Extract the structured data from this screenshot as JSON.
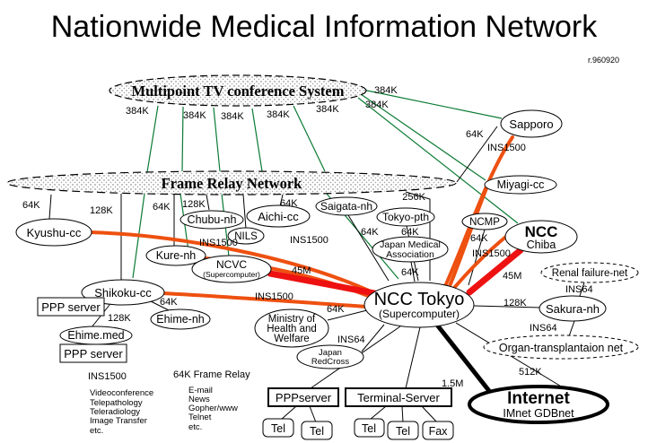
{
  "header": {
    "title": "Nationwide Medical Information Network",
    "revision": "r.960920"
  },
  "clouds": {
    "tv": "Multipoint TV conference System",
    "frame_relay": "Frame Relay Network"
  },
  "nodes": {
    "sapporo": "Sapporo",
    "miyagi": "Miyagi-cc",
    "ncmp": "NCMP",
    "ncc_chiba_line1": "NCC",
    "ncc_chiba_line2": "Chiba",
    "saigata": "Saigata-nh",
    "tokyo_pth": "Tokyo-pth",
    "jma_line1": "Japan Medical",
    "jma_line2": "Association",
    "chubu": "Chubu-nh",
    "aichi": "Aichi-cc",
    "nils": "NILS",
    "kure": "Kure-nh",
    "ncvc_line1": "NCVC",
    "ncvc_line2": "(Supercomputer)",
    "kyushu": "Kyushu-cc",
    "shikoku": "Shikoku-cc",
    "ehime_nh": "Ehime-nh",
    "ehime_med": "Ehime.med",
    "ncc_tokyo_line1": "NCC Tokyo",
    "ncc_tokyo_line2": "(Supercomputer)",
    "mhw_line1": "Ministry of",
    "mhw_line2": "Health and",
    "mhw_line3": "Welfare",
    "redcross_line1": "Japan",
    "redcross_line2": "RedCross",
    "renal": "Renal failure-net",
    "sakura": "Sakura-nh",
    "organ": "Organ-transplantaion net",
    "internet_line1": "Internet",
    "internet_line2": "IMnet  GDBnet"
  },
  "devices": {
    "ppp_left1": "PPP server",
    "ppp_left2": "PPP server",
    "ppp_server": "PPPserver",
    "terminal_server": "Terminal-Server",
    "tel1": "Tel",
    "tel2": "Tel",
    "tel3": "Tel",
    "tel4": "Tel",
    "fax": "Fax"
  },
  "bw": {
    "b384": "384K",
    "b64": "64K",
    "b128": "128K",
    "b256": "256K",
    "b512": "512K",
    "m45": "45M",
    "m15": "1.5M",
    "ins1500": "INS1500",
    "ins64": "INS64"
  },
  "notes": {
    "ins1500_note": "INS1500",
    "frame_relay_note": "64K Frame Relay",
    "tv_services": [
      "Videoconference",
      "Telepathology",
      "Teleradiology",
      "Image Transfer",
      "etc."
    ],
    "net_services": [
      "E-mail",
      "News",
      "Gopher/www",
      "Telnet",
      "etc."
    ]
  },
  "colors": {
    "green_384k": "#0b7b33",
    "orange_ins1500": "#ee5010",
    "red_45m": "#ee1111",
    "black_line": "#000000"
  }
}
